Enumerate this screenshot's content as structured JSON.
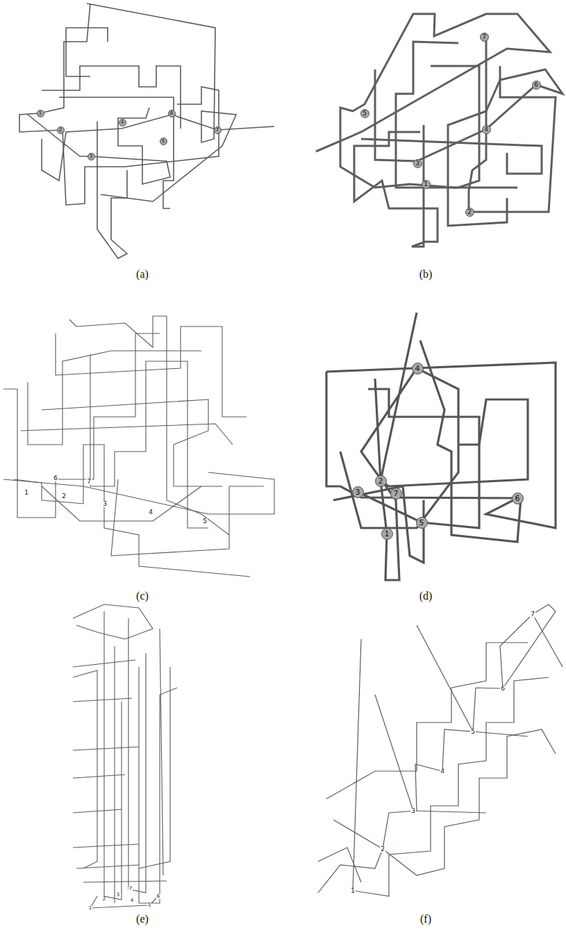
{
  "diagram": {
    "nodes": [
      {
        "text": [
          "1"
        ]
      },
      {
        "text": [
          "2"
        ]
      },
      {
        "text": [
          "3"
        ]
      },
      {
        "text": [
          "4"
        ]
      },
      {
        "text": [
          "5"
        ]
      },
      {
        "text": [
          "6"
        ]
      },
      {
        "text": [
          "7"
        ]
      },
      {
        "text": [
          "7"
        ]
      },
      {
        "text": [
          "6"
        ]
      },
      {
        "text": [
          "5"
        ]
      },
      {
        "text": [
          "4"
        ]
      },
      {
        "text": [
          "3"
        ]
      },
      {
        "text": [
          "1"
        ]
      },
      {
        "text": [
          "2"
        ]
      },
      {
        "text": [
          "4"
        ]
      },
      {
        "text": [
          "2"
        ]
      },
      {
        "text": [
          "3"
        ]
      },
      {
        "text": [
          "7"
        ]
      },
      {
        "text": [
          "6"
        ]
      },
      {
        "text": [
          "5"
        ]
      },
      {
        "text": [
          "1"
        ]
      }
    ],
    "labels": [
      "(a)",
      "(b)",
      "6",
      "7",
      "1",
      "2",
      "3",
      "4",
      "5",
      "(c)",
      "(d)",
      "7",
      "2",
      "3",
      "4",
      "5",
      "6",
      "1",
      "7",
      "6",
      "5",
      "4",
      "3",
      "2",
      "1",
      "(e)",
      "(f)"
    ]
  }
}
